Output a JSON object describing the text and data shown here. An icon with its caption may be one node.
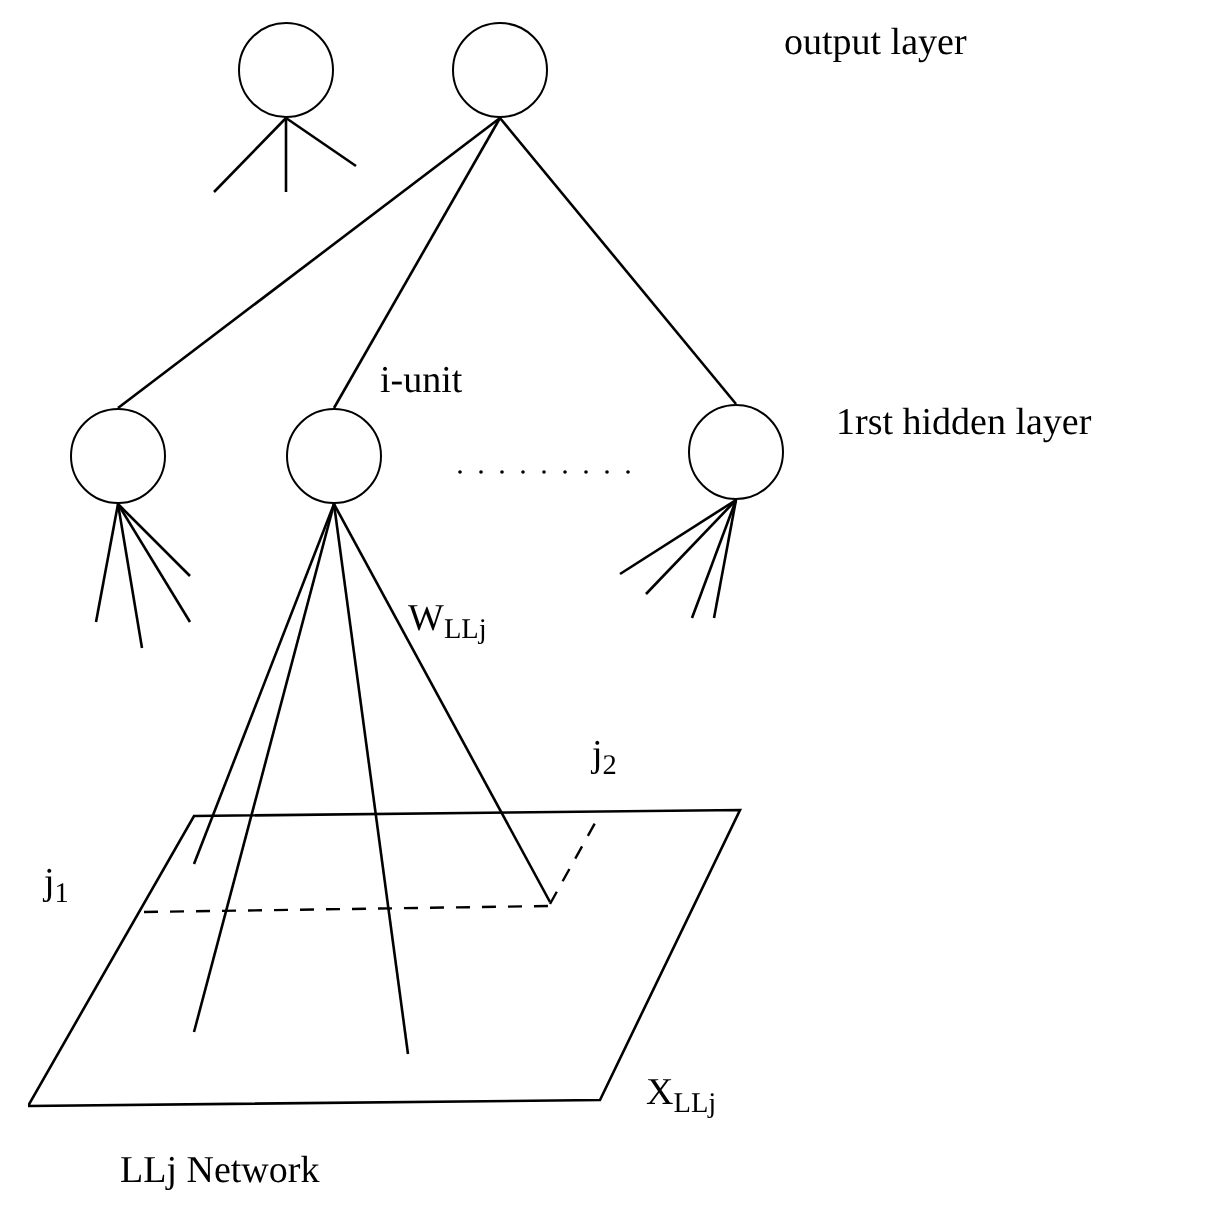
{
  "diagram": {
    "nodes": [
      {
        "text": [],
        "shape": "circle"
      },
      {
        "text": [],
        "shape": "circle"
      },
      {
        "text": [],
        "shape": "circle"
      },
      {
        "text": [],
        "shape": "circle",
        "beside": [
          "i-unit"
        ]
      },
      {
        "text": [],
        "shape": "circle"
      },
      {
        "text": [],
        "shape": "parallelogram",
        "beside": [
          "X$_{LLj}$",
          "LLj Network"
        ]
      }
    ],
    "edges": [
      {
        "from": 1,
        "to": 2,
        "arrow": "none"
      },
      {
        "from": 1,
        "to": 3,
        "arrow": "none"
      },
      {
        "from": 1,
        "to": 4,
        "arrow": "none"
      },
      {
        "from": 0,
        "to": null,
        "arrow": "none"
      },
      {
        "from": 0,
        "to": null,
        "arrow": "none"
      },
      {
        "from": 0,
        "to": null,
        "arrow": "none"
      },
      {
        "from": 2,
        "to": null,
        "arrow": "none"
      },
      {
        "from": 2,
        "to": null,
        "arrow": "none"
      },
      {
        "from": 2,
        "to": null,
        "arrow": "none"
      },
      {
        "from": 2,
        "to": null,
        "arrow": "none"
      },
      {
        "from": 4,
        "to": null,
        "arrow": "none"
      },
      {
        "from": 4,
        "to": null,
        "arrow": "none"
      },
      {
        "from": 4,
        "to": null,
        "arrow": "none"
      },
      {
        "from": 4,
        "to": null,
        "arrow": "none"
      },
      {
        "from": 3,
        "to": 5,
        "arrow": "none"
      },
      {
        "from": 3,
        "to": 5,
        "arrow": "none"
      },
      {
        "from": 3,
        "to": 5,
        "arrow": "none"
      },
      {
        "from": 3,
        "to": 5,
        "arrow": "none",
        "label": "W$_{LLj}$"
      }
    ],
    "labels": [
      "output layer",
      "1rst hidden layer",
      "j$_{1}$",
      "j$_{2}$"
    ]
  }
}
